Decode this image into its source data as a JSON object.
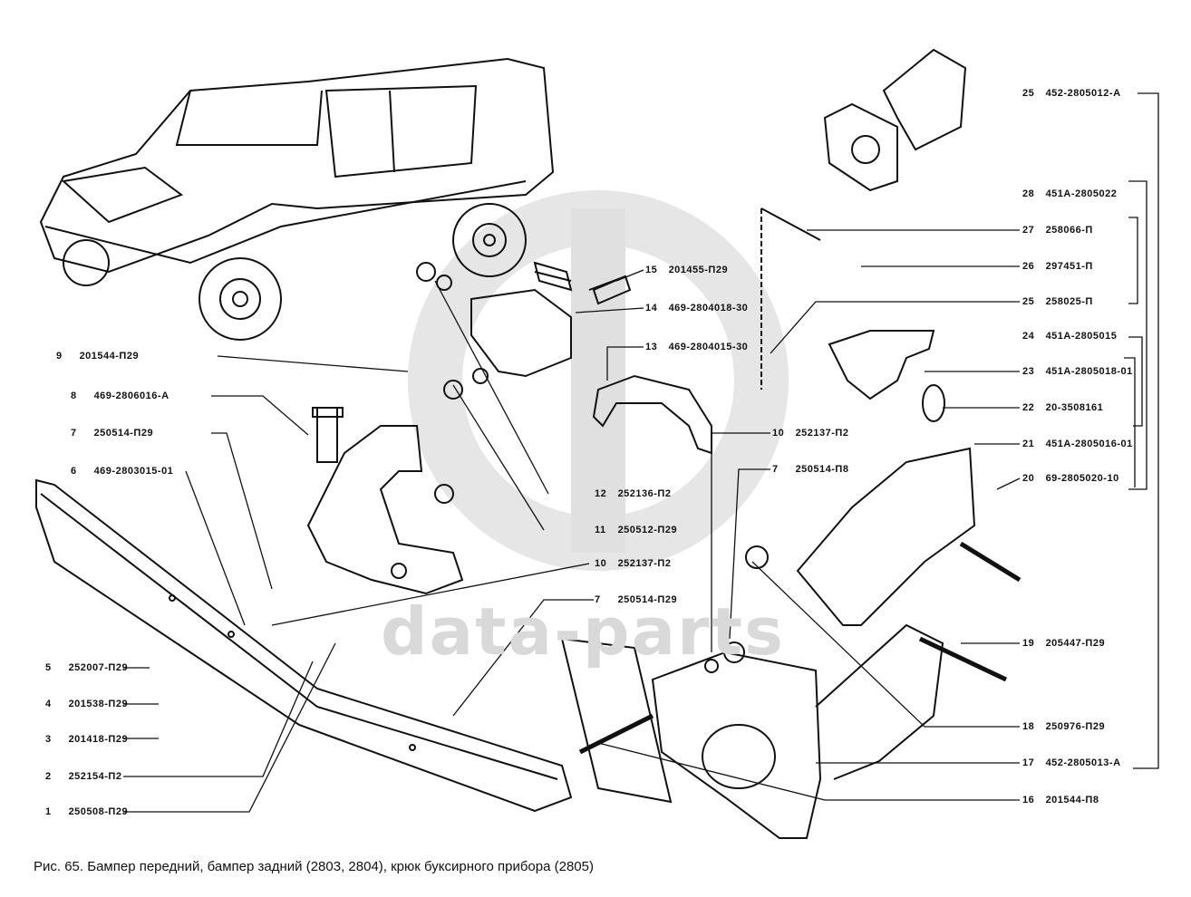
{
  "figure": {
    "caption": "Рис. 65. Бампер передний, бампер задний (2803, 2804), крюк буксирного прибора (2805)",
    "watermark": "data-parts",
    "watermark_logo": "dp-logo"
  },
  "parts_left": [
    {
      "num": "9",
      "code": "201544-П29"
    },
    {
      "num": "8",
      "code": "469-2806016-А"
    },
    {
      "num": "7",
      "code": "250514-П29"
    },
    {
      "num": "6",
      "code": "469-2803015-01"
    },
    {
      "num": "5",
      "code": "252007-П29"
    },
    {
      "num": "4",
      "code": "201538-П29"
    },
    {
      "num": "3",
      "code": "201418-П29"
    },
    {
      "num": "2",
      "code": "252154-П2"
    },
    {
      "num": "1",
      "code": "250508-П29"
    }
  ],
  "parts_center": [
    {
      "num": "15",
      "code": "201455-П29"
    },
    {
      "num": "14",
      "code": "469-2804018-30"
    },
    {
      "num": "13",
      "code": "469-2804015-30"
    },
    {
      "num": "12",
      "code": "252136-П2"
    },
    {
      "num": "11",
      "code": "250512-П29"
    },
    {
      "num": "10",
      "code": "252137-П2"
    },
    {
      "num": "7",
      "code": "250514-П29"
    }
  ],
  "parts_mid_right": [
    {
      "num": "10",
      "code": "252137-П2"
    },
    {
      "num": "7",
      "code": "250514-П8"
    }
  ],
  "parts_right": [
    {
      "num": "25",
      "code": "452-2805012-А"
    },
    {
      "num": "28",
      "code": "451А-2805022"
    },
    {
      "num": "27",
      "code": "258066-П"
    },
    {
      "num": "26",
      "code": "297451-П"
    },
    {
      "num": "25",
      "code": "258025-П"
    },
    {
      "num": "24",
      "code": "451А-2805015"
    },
    {
      "num": "23",
      "code": "451А-2805018-01"
    },
    {
      "num": "22",
      "code": "20-3508161"
    },
    {
      "num": "21",
      "code": "451А-2805016-01"
    },
    {
      "num": "20",
      "code": "69-2805020-10"
    },
    {
      "num": "19",
      "code": "205447-П29"
    },
    {
      "num": "18",
      "code": "250976-П29"
    },
    {
      "num": "17",
      "code": "452-2805013-А"
    },
    {
      "num": "16",
      "code": "201544-П8"
    }
  ]
}
